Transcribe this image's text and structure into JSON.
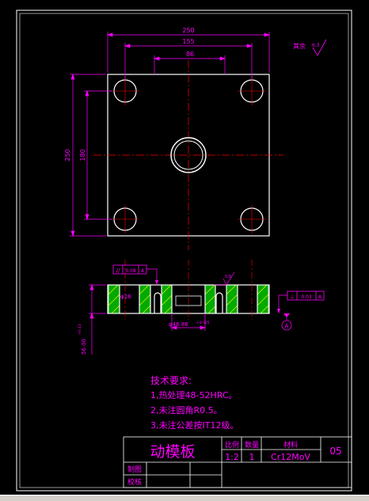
{
  "colors": {
    "background": "#000000",
    "outline": "#ffffff",
    "dimension": "#ff00ff",
    "centerline": "#ff0000",
    "hatch": "#00ff00",
    "steel_hatch": "#ffff00",
    "title_text": "#ff00ff"
  },
  "top_view": {
    "dim_overall_width": "250",
    "dim_hole_spacing_outer": "155",
    "dim_hole_spacing_inner": "86",
    "dim_overall_height": "250",
    "dim_hole_spacing_vertical": "180",
    "roughness_label": "其余",
    "roughness_value": "6.3"
  },
  "section_view": {
    "parallelism_symbol": "//",
    "parallelism_value": "0.08",
    "parallelism_datum": "A",
    "bore_left_label": "φ28",
    "bore_center_label": "φ46.86",
    "bore_center_tol": "+0.025",
    "roughness_value": "0.8",
    "perpendicular_symbol": "⊥",
    "perpendicular_value": "0.03",
    "perpendicular_datum": "A",
    "datum_label": "A",
    "thickness_label": "56.00",
    "thickness_tol": "+0.11"
  },
  "notes": {
    "heading": "技术要求:",
    "line1": "1,热处理48-52HRC。",
    "line2": "2,未注圆角R0.5。",
    "line3": "3,未注公差按IT12级。"
  },
  "title_block": {
    "part_name": "动模板",
    "scale_header": "比例",
    "qty_header": "数量",
    "material_header": "材料",
    "scale_value": "1:2",
    "qty_value": "1",
    "material_value": "Cr12MoV",
    "drawing_number": "05",
    "drafted_label": "制图",
    "checked_label": "校核"
  }
}
